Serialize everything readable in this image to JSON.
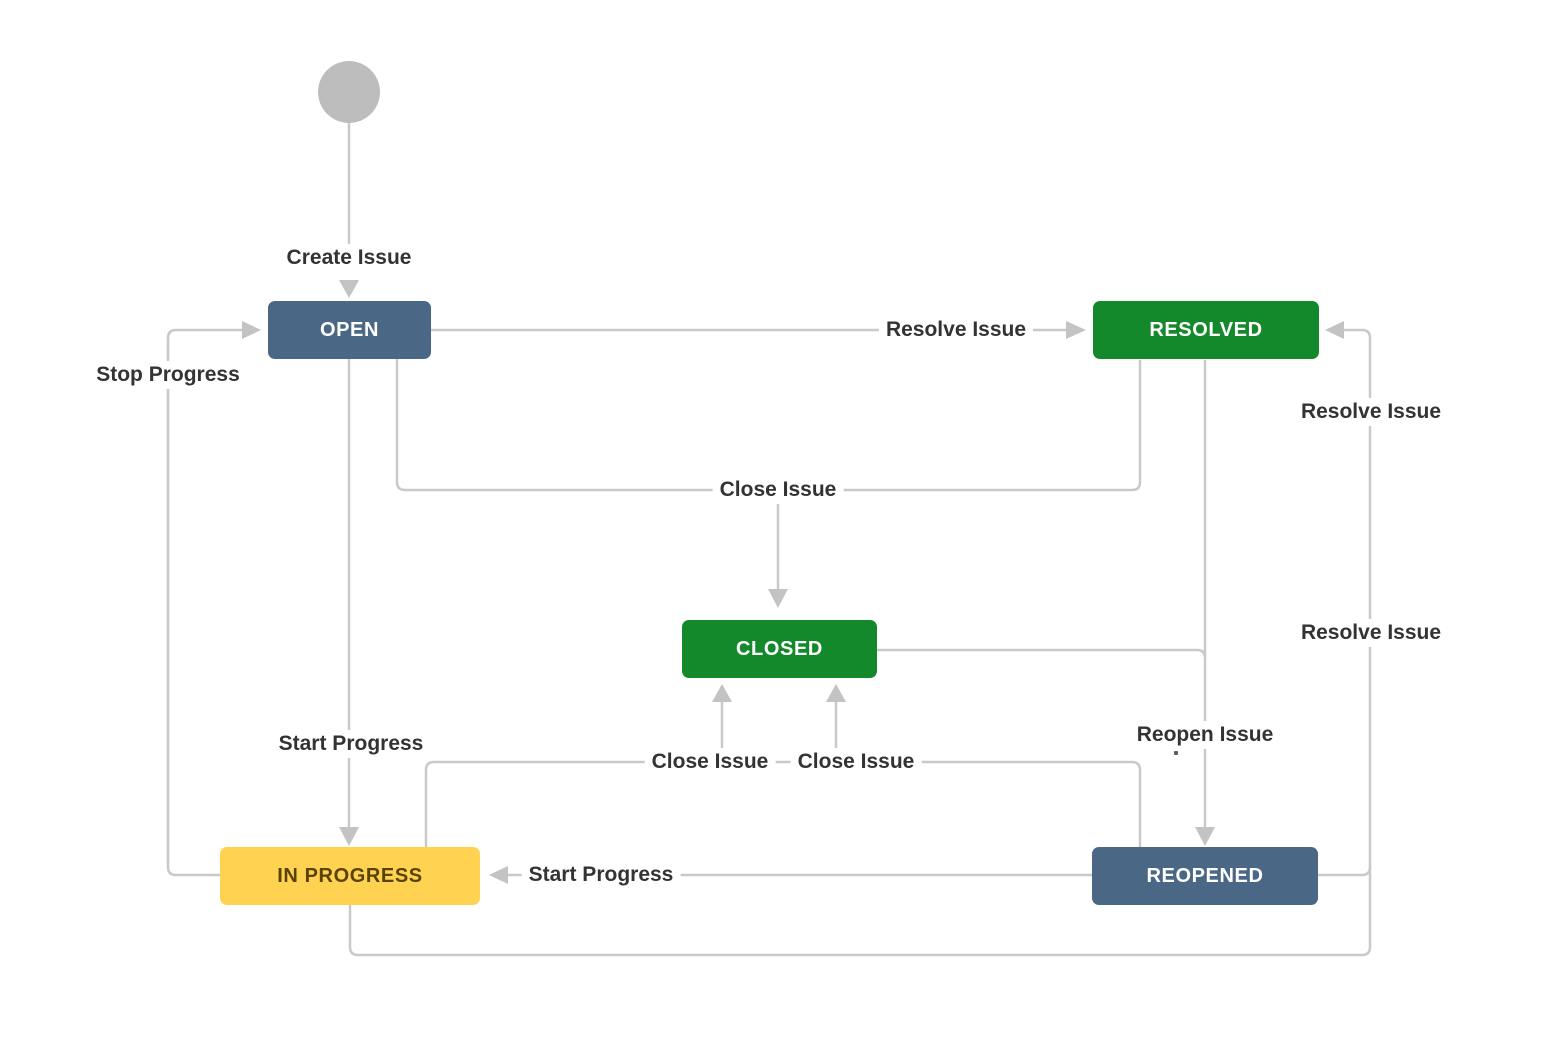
{
  "diagram": {
    "kind": "issue-workflow",
    "start_node": {
      "shape": "circle",
      "color": "#bdbdbd"
    },
    "nodes": [
      {
        "id": "open",
        "label": "OPEN",
        "color": "#4a6785",
        "text_color": "#ffffff"
      },
      {
        "id": "resolved",
        "label": "RESOLVED",
        "color": "#14892c",
        "text_color": "#ffffff"
      },
      {
        "id": "closed",
        "label": "CLOSED",
        "color": "#14892c",
        "text_color": "#ffffff"
      },
      {
        "id": "in_progress",
        "label": "IN PROGRESS",
        "color": "#ffd351",
        "text_color": "#594300"
      },
      {
        "id": "reopened",
        "label": "REOPENED",
        "color": "#4a6785",
        "text_color": "#ffffff"
      }
    ],
    "transitions": [
      {
        "label": "Create Issue",
        "from": "start",
        "to": "open"
      },
      {
        "label": "Stop Progress",
        "from": "in_progress",
        "to": "open"
      },
      {
        "label": "Resolve Issue",
        "from": "open",
        "to": "resolved"
      },
      {
        "label": "Close Issue",
        "from": "open, resolved",
        "to": "closed"
      },
      {
        "label": "Start Progress",
        "from": "open",
        "to": "in_progress"
      },
      {
        "label": "Close Issue",
        "from": "in_progress",
        "to": "closed"
      },
      {
        "label": "Close Issue",
        "from": "reopened",
        "to": "closed"
      },
      {
        "label": "Reopen Issue",
        "from": "resolved, closed",
        "to": "reopened"
      },
      {
        "label": "Start Progress",
        "from": "reopened",
        "to": "in_progress"
      },
      {
        "label": "Resolve Issue",
        "from": "reopened",
        "to": "resolved"
      },
      {
        "label": "Resolve Issue",
        "from": "in_progress",
        "to": "resolved"
      }
    ],
    "colors": {
      "edge": "#c9c9c9",
      "arrowhead": "#c3c3c3",
      "label_text": "#333333",
      "node_blue": "#4a6785",
      "node_green": "#14892c",
      "node_yellow": "#ffd351",
      "node_yellow_text": "#594300",
      "start_node": "#bdbdbd",
      "background": "#ffffff"
    }
  }
}
